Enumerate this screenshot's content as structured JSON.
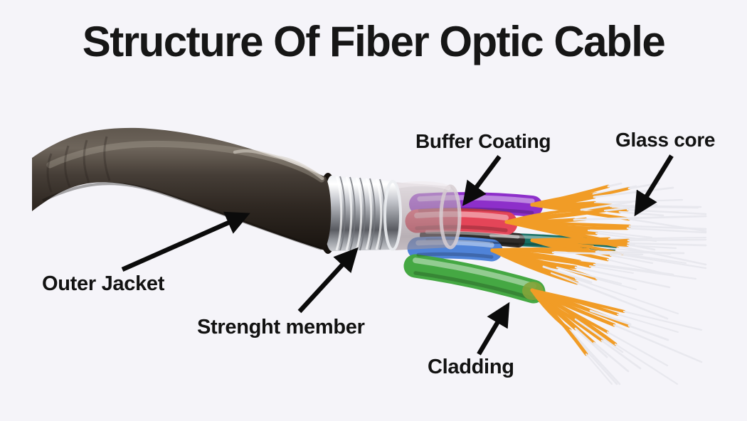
{
  "title": "Structure Of Fiber Optic Cable",
  "labels": {
    "buffer_coating": "Buffer Coating",
    "glass_core": "Glass core",
    "outer_jacket": "Outer Jacket",
    "strength_member": "Strenght member",
    "cladding": "Cladding"
  },
  "colors": {
    "background": "#f5f4f9",
    "title_text": "#161616",
    "label_text": "#121212",
    "arrow": "#0b0b0b",
    "outer_jacket": "#3a332d",
    "strength_member_silver": "#d7d9dd",
    "inner_tube": "#b3a7ac",
    "buffer_purple": "#8d2fca",
    "buffer_red": "#e44558",
    "buffer_black": "#2e2b29",
    "buffer_teal": "#177065",
    "buffer_blue": "#4f83d8",
    "buffer_green": "#45a843",
    "cladding_orange": "#f19c26",
    "glass_core_white": "#e8e8ee"
  }
}
